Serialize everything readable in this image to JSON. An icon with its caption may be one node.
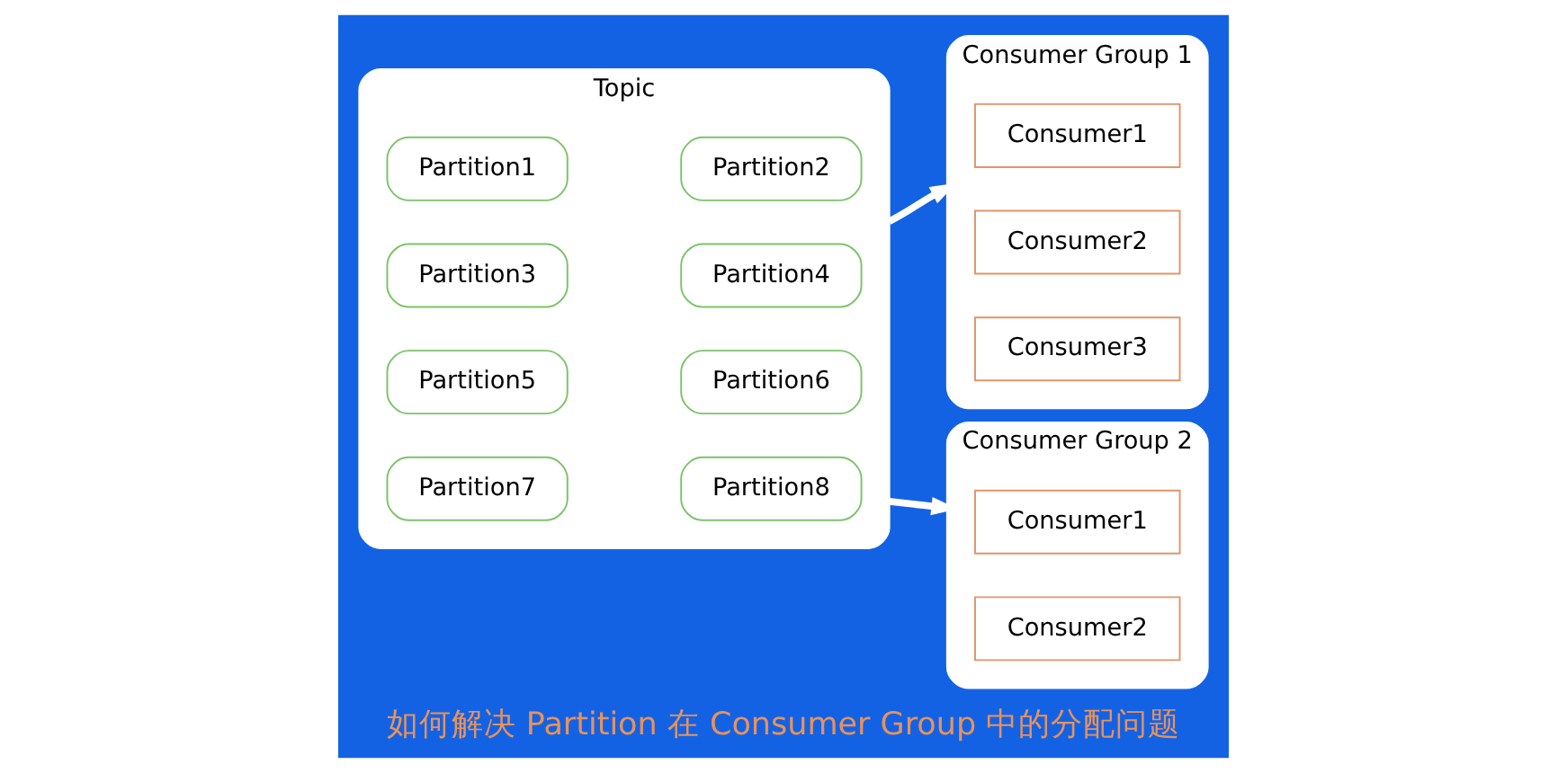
{
  "diagram": {
    "caption": "如何解决 Partition 在 Consumer Group 中的分配问题",
    "nodes": [
      {
        "text": [
          "Topic"
        ]
      },
      {
        "text": [
          "Partition1"
        ],
        "in": 0
      },
      {
        "text": [
          "Partition2"
        ],
        "in": 0
      },
      {
        "text": [
          "Partition3"
        ],
        "in": 0
      },
      {
        "text": [
          "Partition4"
        ],
        "in": 0
      },
      {
        "text": [
          "Partition5"
        ],
        "in": 0
      },
      {
        "text": [
          "Partition6"
        ],
        "in": 0
      },
      {
        "text": [
          "Partition7"
        ],
        "in": 0
      },
      {
        "text": [
          "Partition8"
        ],
        "in": 0
      },
      {
        "text": [
          "Consumer Group 1"
        ]
      },
      {
        "text": [
          "Consumer1"
        ],
        "in": 9
      },
      {
        "text": [
          "Consumer2"
        ],
        "in": 9
      },
      {
        "text": [
          "Consumer3"
        ],
        "in": 9
      },
      {
        "text": [
          "Consumer Group 2"
        ]
      },
      {
        "text": [
          "Consumer1"
        ],
        "in": 13
      },
      {
        "text": [
          "Consumer2"
        ],
        "in": 13
      }
    ],
    "edges": [
      {
        "from": 0,
        "to": 9,
        "arrow": "to"
      },
      {
        "from": 0,
        "to": 13,
        "arrow": "to"
      }
    ]
  }
}
